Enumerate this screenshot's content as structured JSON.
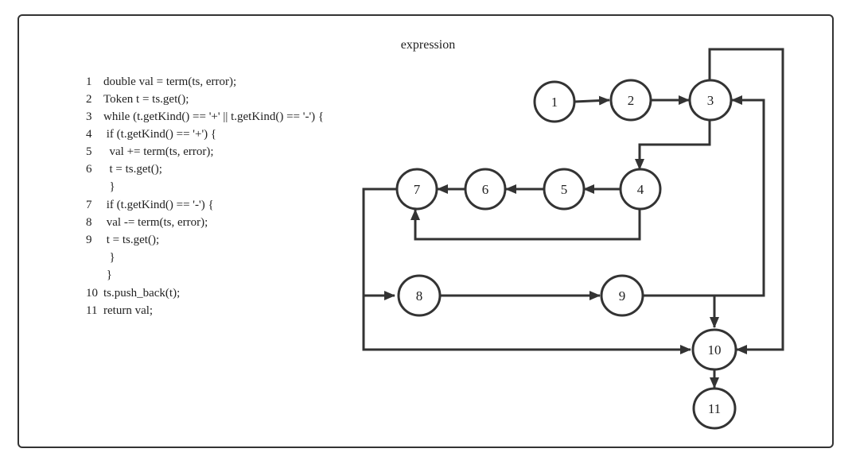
{
  "title": "expression",
  "code": [
    {
      "num": "1",
      "text": "double val = term(ts, error);"
    },
    {
      "num": "2",
      "text": "Token t = ts.get();"
    },
    {
      "num": "3",
      "text": "while (t.getKind() == '+' || t.getKind() == '-') {"
    },
    {
      "num": "4",
      "text": " if (t.getKind() == '+') {"
    },
    {
      "num": "5",
      "text": "  val += term(ts, error);"
    },
    {
      "num": "6",
      "text": "  t = ts.get();"
    },
    {
      "num": "",
      "text": "  }"
    },
    {
      "num": "7",
      "text": " if (t.getKind() == '-') {"
    },
    {
      "num": "8",
      "text": " val -= term(ts, error);"
    },
    {
      "num": "9",
      "text": " t = ts.get();"
    },
    {
      "num": "",
      "text": "  }"
    },
    {
      "num": "",
      "text": " }"
    },
    {
      "num": "10",
      "text": "ts.push_back(t);"
    },
    {
      "num": "11",
      "text": "return val;"
    }
  ],
  "nodes": [
    "1",
    "2",
    "3",
    "4",
    "5",
    "6",
    "7",
    "8",
    "9",
    "10",
    "11"
  ],
  "edges": [
    [
      "1",
      "2"
    ],
    [
      "2",
      "3"
    ],
    [
      "3",
      "4"
    ],
    [
      "4",
      "5"
    ],
    [
      "5",
      "6"
    ],
    [
      "6",
      "7"
    ],
    [
      "4",
      "7"
    ],
    [
      "7",
      "8"
    ],
    [
      "8",
      "9"
    ],
    [
      "9",
      "3"
    ],
    [
      "9",
      "10"
    ],
    [
      "7",
      "10"
    ],
    [
      "3",
      "10"
    ],
    [
      "10",
      "11"
    ]
  ]
}
